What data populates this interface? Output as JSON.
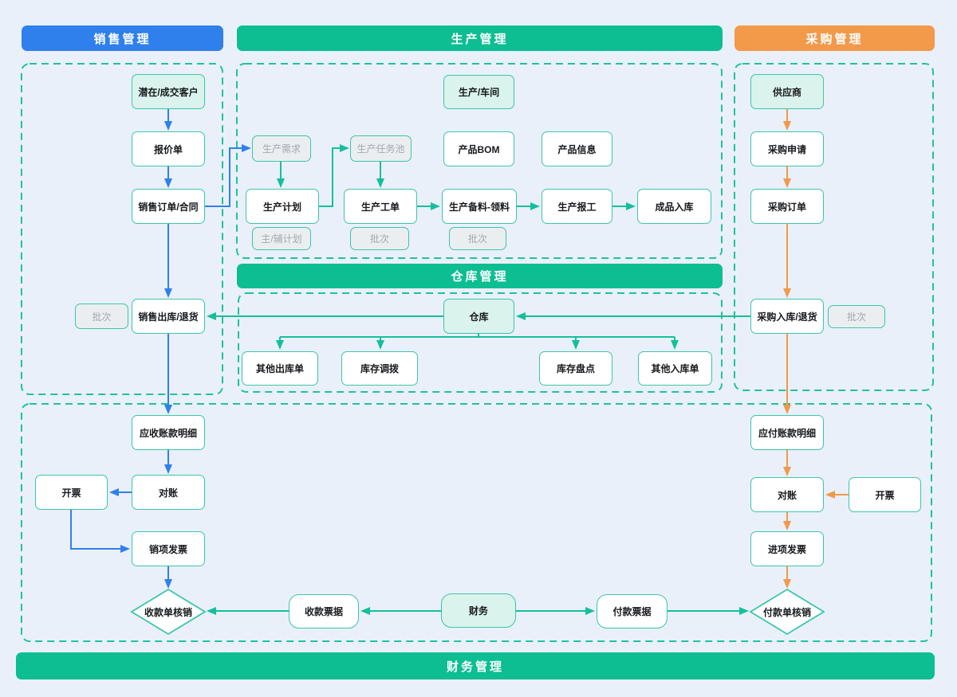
{
  "colors": {
    "blue": "#2F80ED",
    "green": "#0CBE92",
    "orange": "#F2994A",
    "edgegreen": "#16BF9C",
    "border": "#3CC6A8",
    "container": "#1FC39C",
    "mint": "#DBF3ED",
    "grayfill": "#EBEEF1",
    "graytext": "#A2A9B1",
    "ink": "#17191C",
    "canvas": "#E9F0F9"
  },
  "headers": {
    "sales": "销售管理",
    "production": "生产管理",
    "purchasing": "采购管理",
    "warehouse": "仓库管理",
    "finance": "财务管理"
  },
  "nodes": {
    "customer": "潜在/成交客户",
    "quote": "报价单",
    "sales_order": "销售订单/合同",
    "batch_sales": "批次",
    "sales_outbound": "销售出库/退货",
    "ar_detail": "应收账款明细",
    "reconcile_ar": "对账",
    "invoice_ar": "开票",
    "sales_invoice": "销项发票",
    "receipt_verify": "收款单核销",
    "workshop": "生产/车间",
    "prod_demand": "生产需求",
    "task_pool": "生产任务池",
    "product_bom": "产品BOM",
    "product_info": "产品信息",
    "prod_plan": "生产计划",
    "prod_order": "生产工单",
    "material_prep": "生产备料-领料",
    "work_report": "生产报工",
    "finished_in": "成品入库",
    "main_aux_plan": "主/辅计划",
    "batch_work_order": "批次",
    "batch_material": "批次",
    "warehouse": "仓库",
    "other_outbound": "其他出库单",
    "stock_transfer": "库存调拨",
    "stock_count": "库存盘点",
    "other_inbound": "其他入库单",
    "supplier": "供应商",
    "purchase_request": "采购申请",
    "purchase_order": "采购订单",
    "purchase_inbound": "采购入库/退货",
    "batch_purchase": "批次",
    "ap_detail": "应付账款明细",
    "reconcile_ap": "对账",
    "invoice_ap": "开票",
    "input_invoice": "进项发票",
    "payment_verify": "付款单核销",
    "receipt_note": "收款票据",
    "finance_dept": "财务",
    "payment_note": "付款票据"
  }
}
